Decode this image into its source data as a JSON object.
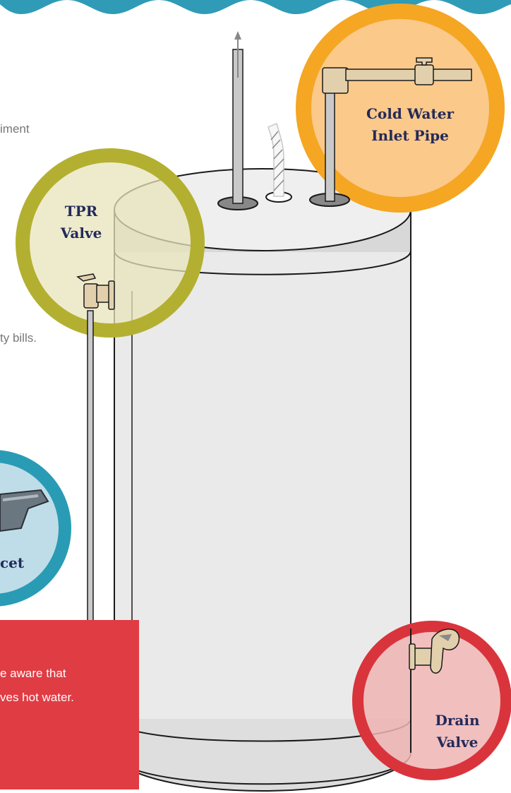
{
  "colors": {
    "wave": "#2f9bb7",
    "tank_body": "#eaeaea",
    "tank_outline": "#1a1a1a",
    "pipe": "#c9c9c9",
    "brass": "#e2d0ad",
    "cold_circle": "#f5a623",
    "tpr_circle": "#b3b031",
    "faucet_circle": "#2a9bb5",
    "drain_circle": "#d9343c",
    "red_box": "#e03c44",
    "label_text": "#232a5a"
  },
  "text_fragments": {
    "sediment": "iment",
    "bills": "ty bills."
  },
  "labels": {
    "tpr": [
      "TPR",
      "Valve"
    ],
    "cold": [
      "Cold Water",
      "Inlet Pipe"
    ],
    "drain": [
      "Drain",
      "Valve"
    ],
    "faucet": "cet"
  },
  "callout": {
    "line1": "e aware that",
    "line2": "ves hot water."
  },
  "icons": [
    "wave-pattern",
    "arrow-up-icon",
    "faucet-handle-icon",
    "drain-valve-icon",
    "tpr-valve-icon"
  ]
}
